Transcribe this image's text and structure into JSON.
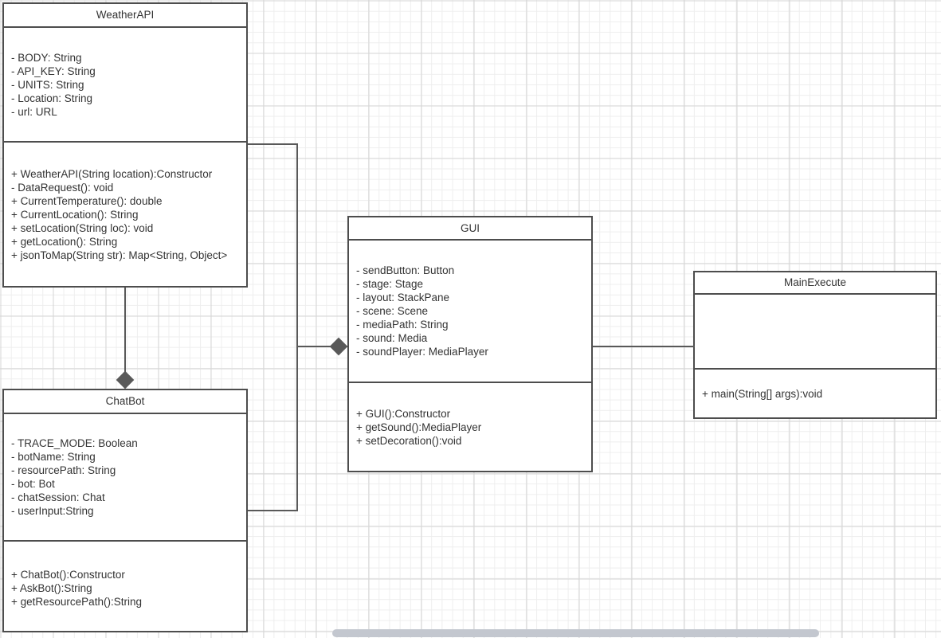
{
  "diagram": {
    "kind": "uml-class-diagram",
    "colors": {
      "stroke": "#4d4d4d",
      "connector": "#595959",
      "text": "#333333",
      "background": "#ffffff",
      "grid_minor": "#eeeeee",
      "grid_major": "#d5d5d5",
      "scrollbar_thumb": "#c3c7cf"
    },
    "classes": [
      {
        "id": "weatherapi",
        "name": "WeatherAPI",
        "attributes": [
          "- BODY: String",
          "- API_KEY: String",
          "- UNITS: String",
          "- Location: String",
          "- url: URL"
        ],
        "methods": [
          "+ WeatherAPI(String location):Constructor",
          "- DataRequest(): void",
          "+ CurrentTemperature(): double",
          "+ CurrentLocation(): String",
          "+ setLocation(String loc): void",
          "+ getLocation(): String",
          "+ jsonToMap(String str): Map<String, Object>"
        ]
      },
      {
        "id": "chatbot",
        "name": "ChatBot",
        "attributes": [
          "- TRACE_MODE: Boolean",
          "- botName: String",
          "- resourcePath: String",
          "- bot: Bot",
          "- chatSession: Chat",
          "- userInput:String"
        ],
        "methods": [
          "+ ChatBot():Constructor",
          "+ AskBot():String",
          "+ getResourcePath():String"
        ]
      },
      {
        "id": "gui",
        "name": "GUI",
        "attributes": [
          "- sendButton: Button",
          "- stage: Stage",
          "- layout: StackPane",
          "- scene: Scene",
          "- mediaPath: String",
          "- sound: Media",
          "- soundPlayer: MediaPlayer"
        ],
        "methods": [
          "+ GUI():Constructor",
          "+ getSound():MediaPlayer",
          "+ setDecoration():void"
        ]
      },
      {
        "id": "mainexecute",
        "name": "MainExecute",
        "attributes": [],
        "methods": [
          "+ main(String[] args):void"
        ]
      }
    ],
    "relationships": [
      {
        "id": "weatherapi-chatbot",
        "type": "composition",
        "from": "weatherapi",
        "to": "chatbot",
        "marker": "filled-diamond"
      },
      {
        "id": "weatherapi-gui",
        "type": "composition",
        "from": "weatherapi",
        "to": "gui",
        "marker": "filled-diamond"
      },
      {
        "id": "chatbot-gui",
        "type": "composition",
        "from": "chatbot",
        "to": "gui",
        "marker": "filled-diamond"
      },
      {
        "id": "gui-mainexecute",
        "type": "association",
        "from": "gui",
        "to": "mainexecute",
        "marker": "none"
      }
    ]
  }
}
